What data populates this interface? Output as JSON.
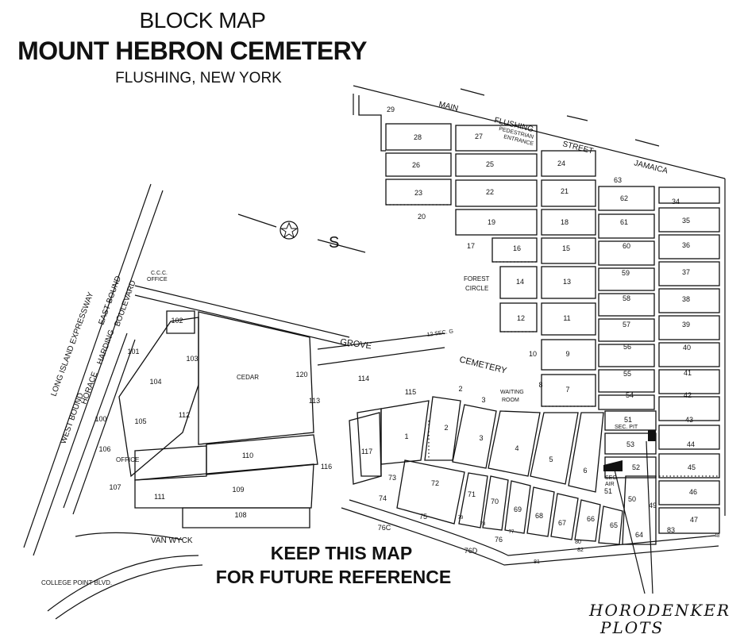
{
  "title": {
    "supertitle": "BLOCK MAP",
    "main": "MOUNT HEBRON CEMETERY",
    "location": "FLUSHING, NEW YORK"
  },
  "footer": {
    "line1": "KEEP THIS MAP",
    "line2": "FOR FUTURE REFERENCE"
  },
  "handwritten": {
    "line1": "HORODENKER",
    "line2": "PLOTS"
  },
  "streets": {
    "main": "MAIN",
    "flushing": "FLUSHING",
    "street": "STREET",
    "jamaica": "JAMAICA",
    "pedestrian": "PEDESTRIAN",
    "entrance": "ENTRANCE",
    "lie": "LONG ISLAND EXPRESSWAY",
    "westbound": "WEST BOUND",
    "eastbound": "EAST BOUND",
    "horace": "HORACE",
    "harding": "HARDING",
    "boulevard": "BOULEVARD",
    "vanwyck": "VAN WYCK",
    "college": "COLLEGE POINT BLVD."
  },
  "places": {
    "forest": "FOREST",
    "circle": "CIRCLE",
    "grove": "GROVE",
    "cemetery": "CEMETERY",
    "cedar": "CEDAR",
    "waiting": "WAITING",
    "room": "ROOM",
    "office": "OFFICE",
    "ccc": "C.C.C.",
    "ccc_office": "OFFICE",
    "sec12": "12 SEC. G",
    "secpit": "SEC. PIT",
    "sec_air": "SEC.",
    "air": "AIR",
    "compass_s": "S"
  },
  "blocks": [
    "29",
    "28",
    "27",
    "26",
    "25",
    "24",
    "23",
    "22",
    "21",
    "20",
    "19",
    "18",
    "17",
    "16",
    "15",
    "14",
    "13",
    "12",
    "11",
    "10",
    "9",
    "8",
    "7",
    "63",
    "62",
    "61",
    "60",
    "59",
    "58",
    "57",
    "56",
    "55",
    "54",
    "34",
    "35",
    "36",
    "37",
    "38",
    "39",
    "40",
    "41",
    "42",
    "43",
    "44",
    "45",
    "46",
    "47",
    "51",
    "53",
    "52",
    "51",
    "50",
    "49",
    "48",
    "64",
    "65",
    "66",
    "67",
    "68",
    "69",
    "70",
    "71",
    "72",
    "73",
    "74",
    "75",
    "76",
    "77",
    "78",
    "79",
    "80",
    "81",
    "82",
    "83",
    "76C",
    "76D",
    "1",
    "2",
    "3",
    "4",
    "5",
    "6",
    "102",
    "103",
    "101",
    "104",
    "105",
    "100",
    "106",
    "112",
    "110",
    "111",
    "109",
    "108",
    "107",
    "113",
    "114",
    "115",
    "116",
    "117",
    "120",
    "2",
    "3"
  ]
}
